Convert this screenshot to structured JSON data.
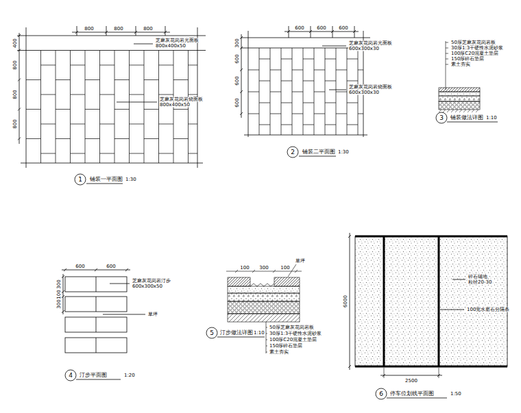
{
  "diagram": {
    "labels": [
      "800",
      "800",
      "800",
      "400",
      "800",
      "800",
      "800",
      "芝麻灰花岗岩光面板",
      "800x400x50",
      "芝麻灰花岗岩烧面板",
      "800x400x50",
      "1",
      "铺装一平面图",
      "1:30",
      "600",
      "600",
      "600",
      "300",
      "600",
      "600",
      "600",
      "芝麻灰花岗岩光面板",
      "600x300x30",
      "芝麻灰花岗岩烧面板",
      "600x300x30",
      "2",
      "铺装二平面图",
      "1:30",
      "50厚芝麻灰花岗岩板",
      "30厚1:3干硬性水泥砂浆",
      "100厚C20混凝土垫层",
      "150厚碎石垫层",
      "素土夯实",
      "3",
      "铺装做法详图",
      "1:10",
      "600",
      "600",
      "300",
      "100",
      "300",
      "芝麻灰花岗岩汀步",
      "600x300x50",
      "草坪",
      "4",
      "汀步平面图",
      "1:20",
      "100",
      "300",
      "100",
      "草坪",
      "50厚芝麻灰花岗岩板",
      "30厚1:3干硬性水泥砂浆",
      "100厚C20混凝土垫层",
      "150厚碎石垫层",
      "素土夯实",
      "5",
      "汀步做法详图",
      "1:10",
      "6000",
      "2500",
      "碎石铺地",
      "粒径20-30",
      "100宽水磨石分隔条",
      "6",
      "停车位划线平面图",
      "1:50"
    ]
  }
}
